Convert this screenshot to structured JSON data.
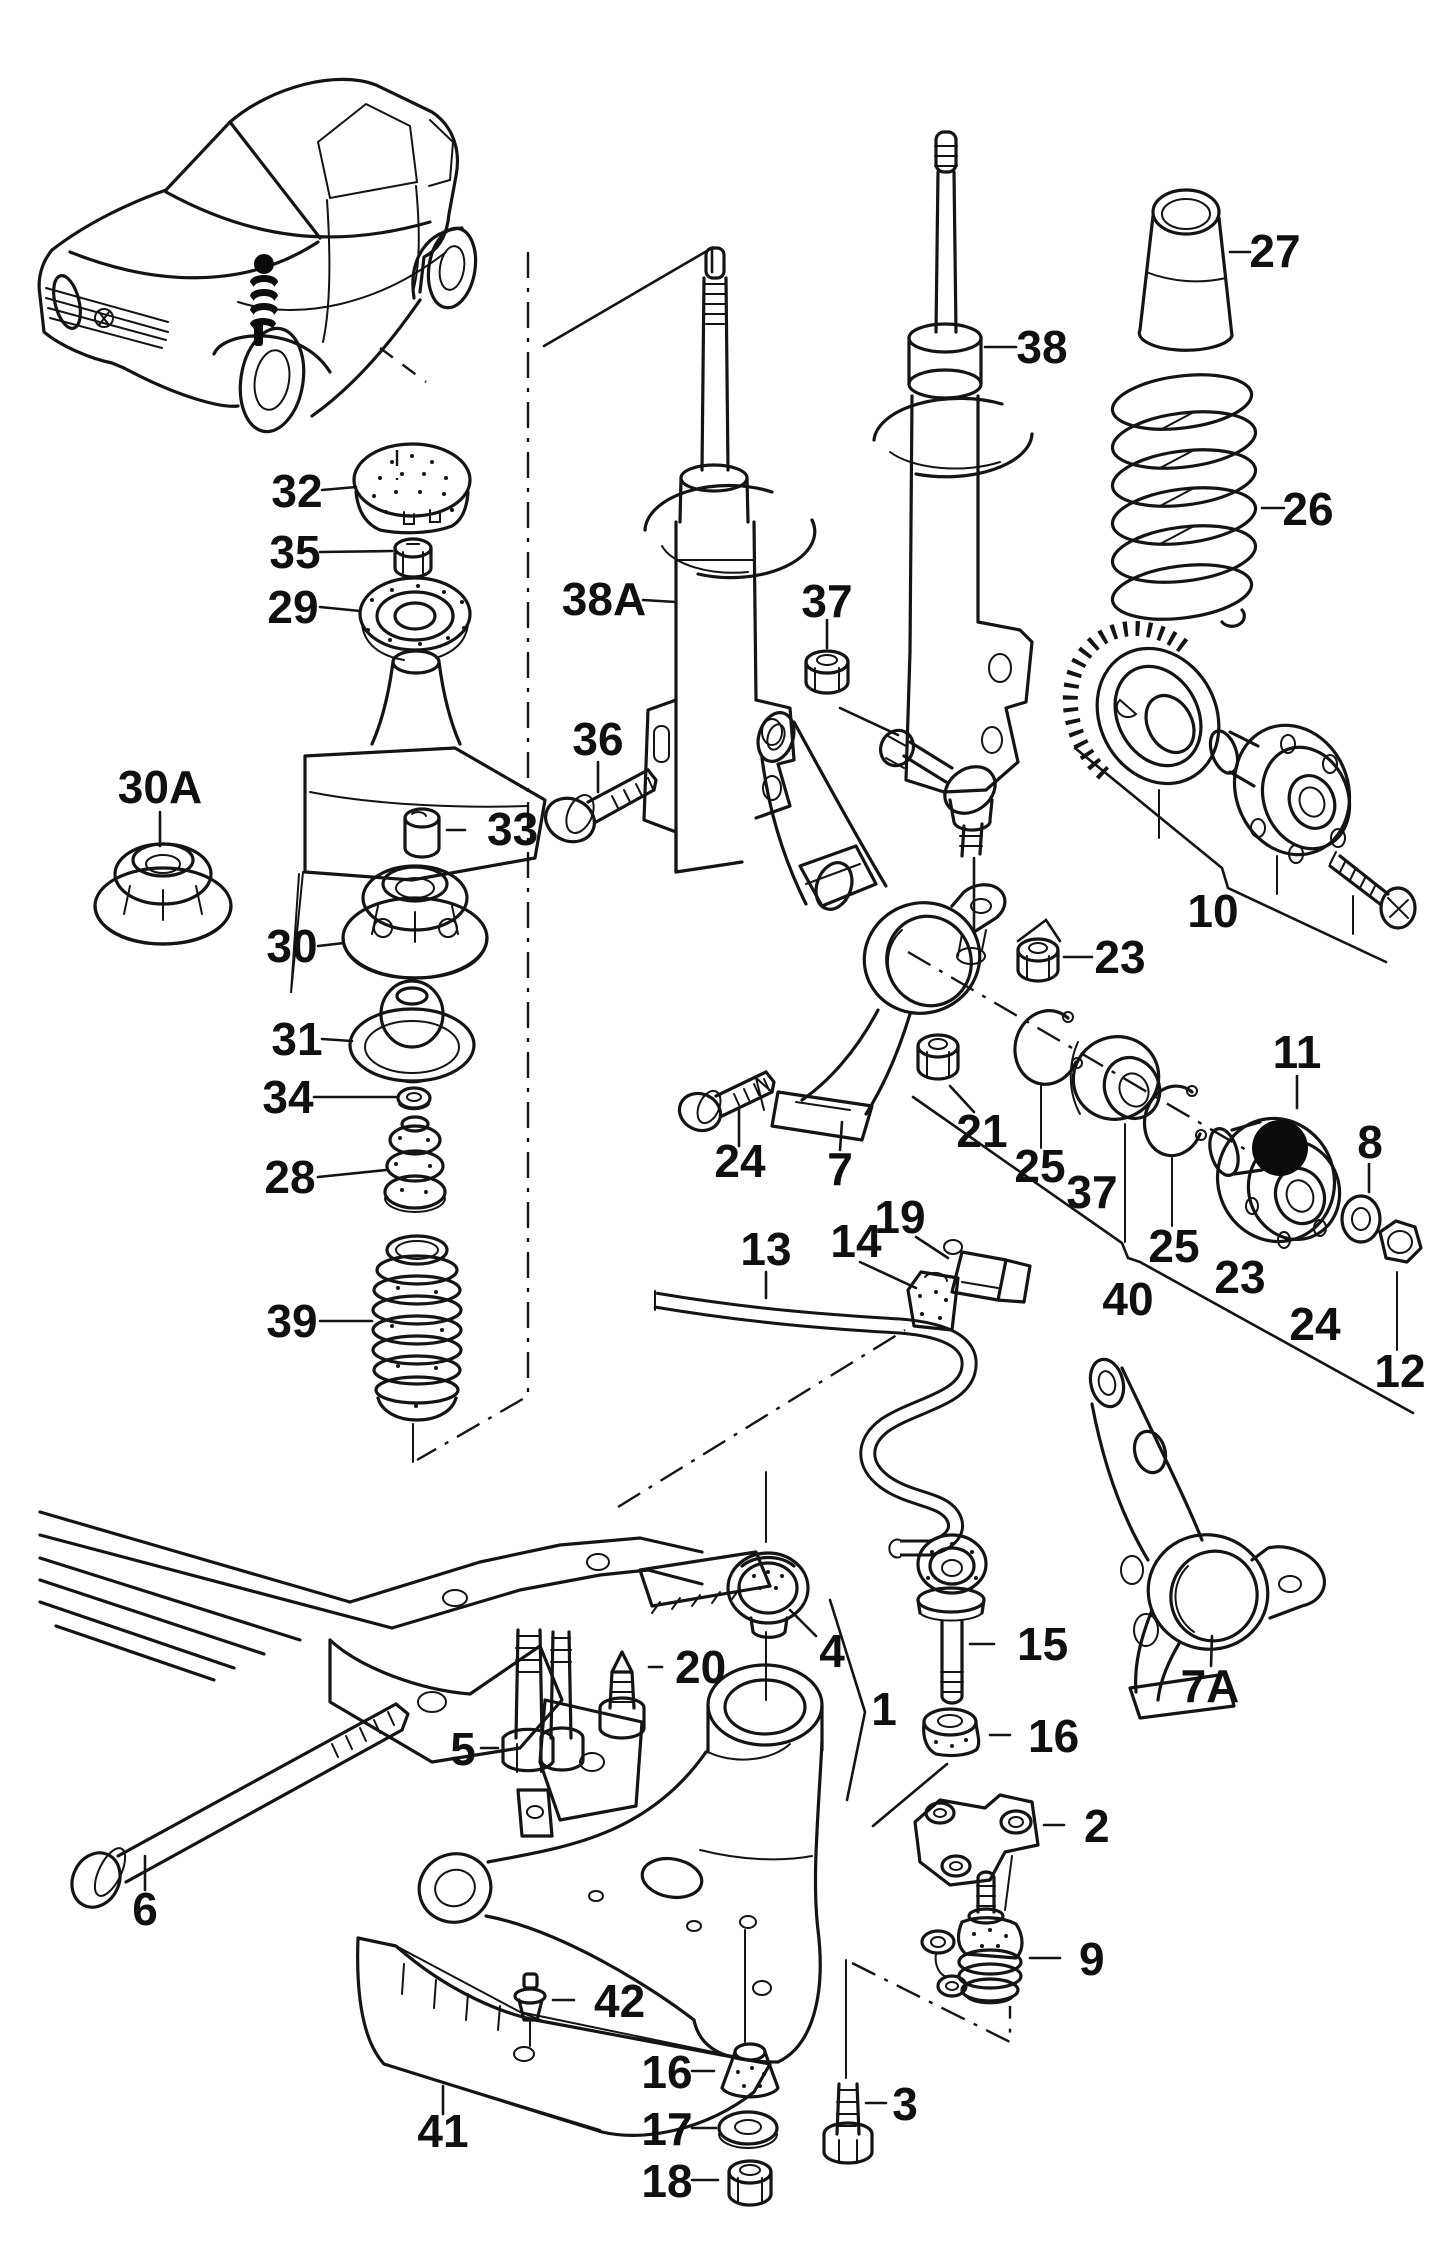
{
  "document": {
    "kind": "exploded-parts-diagram",
    "subject": "front suspension / strut, coil spring, knuckle, wheel hub and lower control arm",
    "vehicle_icon": "hatchback-car-outline-with-highlighted-front-strut",
    "colors": {
      "ink": "#141414",
      "paper": "#ffffff",
      "highlight": "#000000"
    }
  },
  "callouts": [
    "32",
    "35",
    "29",
    "30A",
    "33",
    "30",
    "31",
    "34",
    "28",
    "39",
    "38A",
    "36",
    "37",
    "38",
    "27",
    "26",
    "10",
    "23",
    "7",
    "21",
    "24",
    "25",
    "37",
    "40",
    "25",
    "23",
    "24",
    "11",
    "8",
    "12",
    "13",
    "14",
    "19",
    "15",
    "7A",
    "1",
    "4",
    "20",
    "5",
    "6",
    "16",
    "2",
    "9",
    "41",
    "42",
    "16",
    "17",
    "18",
    "3"
  ]
}
